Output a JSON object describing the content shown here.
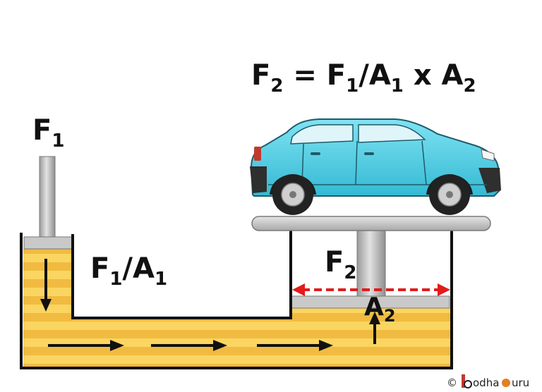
{
  "formula": {
    "F": "F",
    "s2a": "2",
    "eq": " = F",
    "s1a": "1",
    "slash": "/A",
    "s1b": "1",
    "x": " x A",
    "s2b": "2"
  },
  "label_f1": {
    "main": "F",
    "sub": "1"
  },
  "label_pressure": {
    "f": "F",
    "s1": "1",
    "a": "/A",
    "s2": "1"
  },
  "label_f2": {
    "main": "F",
    "sub": "2"
  },
  "label_a2": {
    "main": "A",
    "sub": "2"
  },
  "watermark": {
    "copyright": "©",
    "brand": "odha",
    "brand2": "uru"
  },
  "colors": {
    "fluid_light": "#FBD561",
    "fluid_dark": "#E9A52C",
    "car_body": "#58D3EA",
    "piston": "#C8C8C8",
    "arrow_red": "#E21B1B",
    "outline": "#111111"
  }
}
